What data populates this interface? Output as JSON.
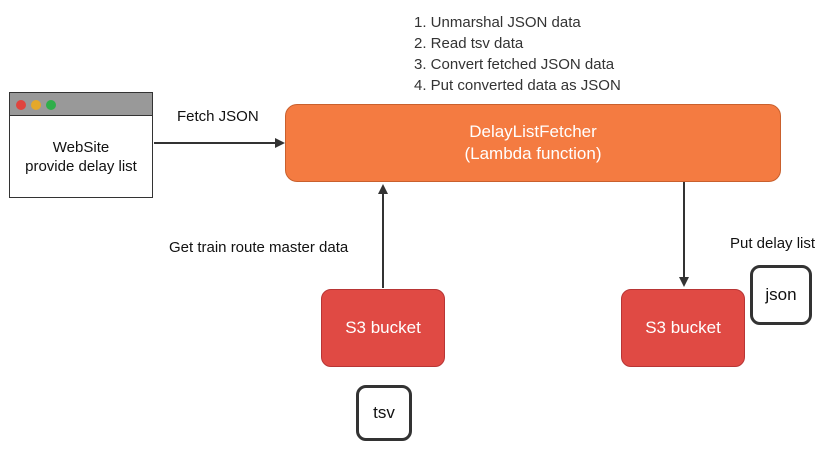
{
  "steps": [
    "1. Unmarshal JSON data",
    "2. Read tsv data",
    "3. Convert fetched JSON data",
    "4. Put converted data as JSON"
  ],
  "browser": {
    "line1": "WebSite",
    "line2": "provide delay list",
    "dots": [
      "#e0443e",
      "#e5a82a",
      "#2fae4a"
    ]
  },
  "edges": {
    "fetch_label": "Fetch JSON",
    "get_label": "Get train route master data",
    "put_label": "Put delay list"
  },
  "lambda": {
    "name": "DelayListFetcher",
    "subtitle": "(Lambda function)",
    "color": "#f47b41"
  },
  "bucket_left": {
    "label": "S3 bucket",
    "file": "tsv"
  },
  "bucket_right": {
    "label": "S3 bucket",
    "file": "json"
  },
  "colors": {
    "bucket": "#e04a44",
    "arrow": "#333333"
  }
}
